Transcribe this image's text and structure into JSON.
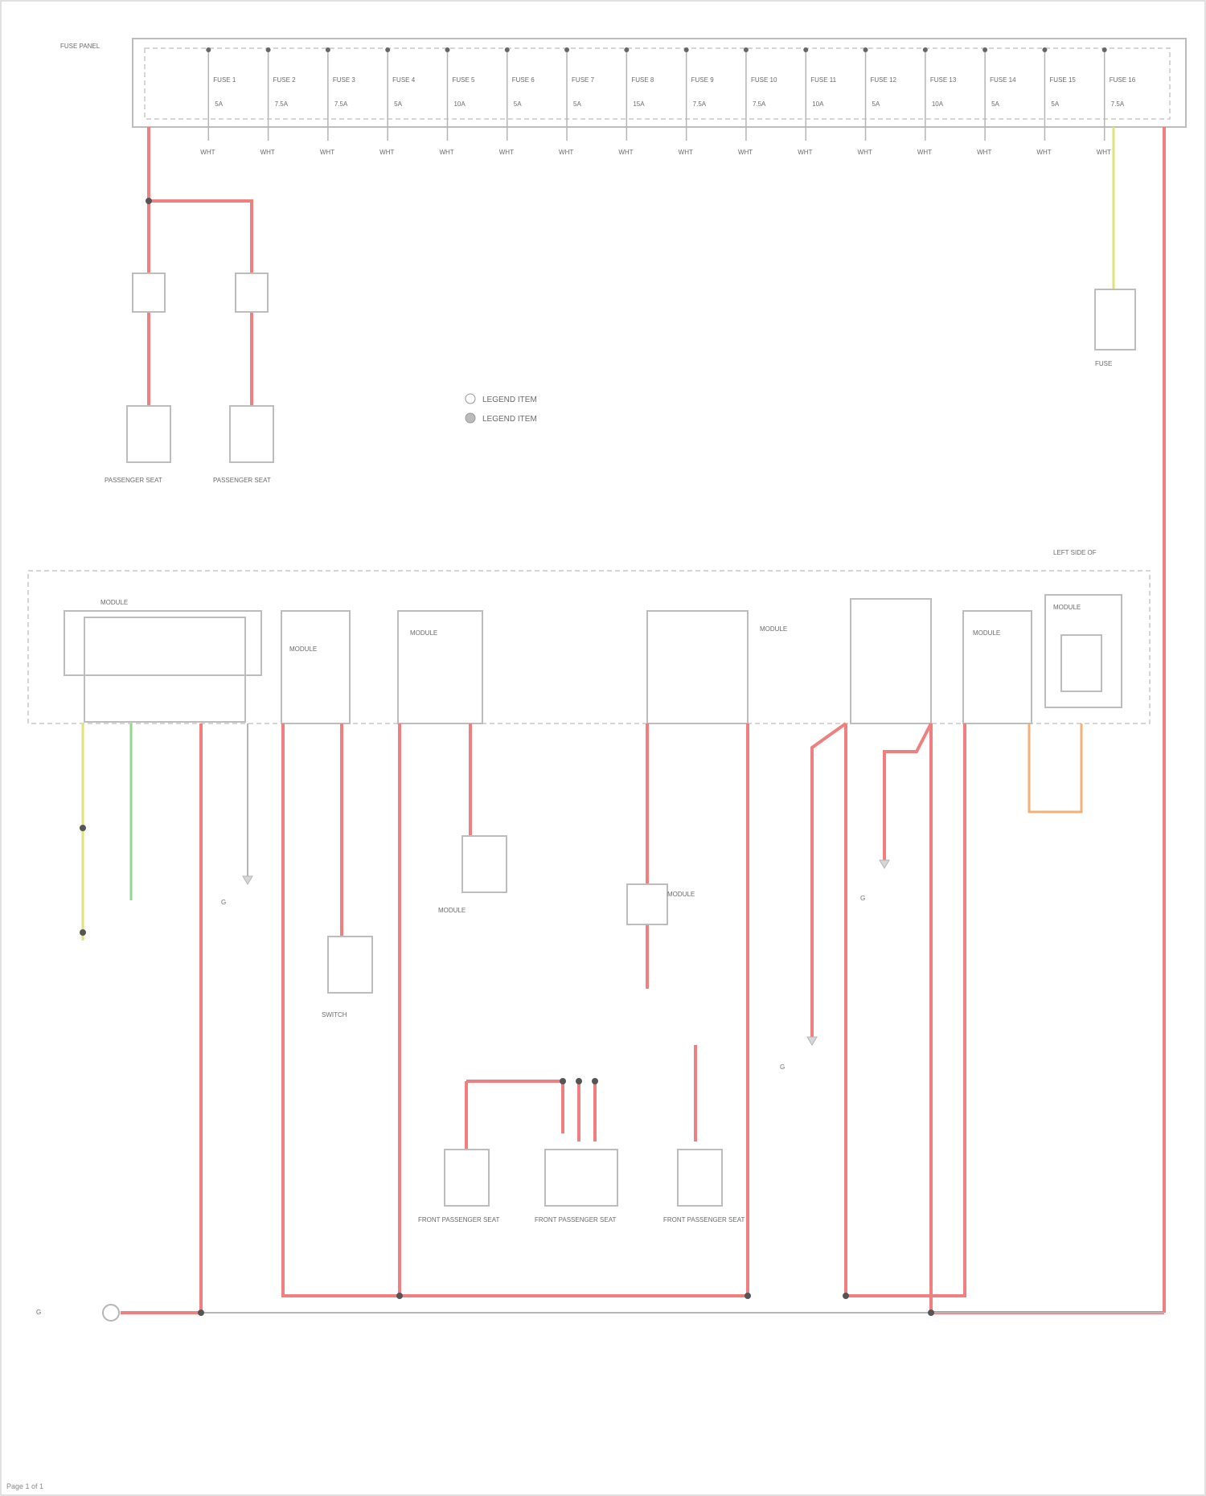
{
  "diagram": {
    "header_label": "FUSE PANEL",
    "fuse_columns": [
      {
        "fuse": "FUSE 1",
        "rating": "5A",
        "wire": "WHT"
      },
      {
        "fuse": "FUSE 2",
        "rating": "7.5A",
        "wire": "WHT"
      },
      {
        "fuse": "FUSE 3",
        "rating": "7.5A",
        "wire": "WHT"
      },
      {
        "fuse": "FUSE 4",
        "rating": "5A",
        "wire": "WHT"
      },
      {
        "fuse": "FUSE 5",
        "rating": "10A",
        "wire": "WHT"
      },
      {
        "fuse": "FUSE 6",
        "rating": "5A",
        "wire": "WHT"
      },
      {
        "fuse": "FUSE 7",
        "rating": "5A",
        "wire": "WHT"
      },
      {
        "fuse": "FUSE 8",
        "rating": "15A",
        "wire": "WHT"
      },
      {
        "fuse": "FUSE 9",
        "rating": "7.5A",
        "wire": "WHT"
      },
      {
        "fuse": "FUSE 10",
        "rating": "7.5A",
        "wire": "WHT"
      },
      {
        "fuse": "FUSE 11",
        "rating": "10A",
        "wire": "WHT"
      },
      {
        "fuse": "FUSE 12",
        "rating": "5A",
        "wire": "WHT"
      },
      {
        "fuse": "FUSE 13",
        "rating": "10A",
        "wire": "WHT"
      },
      {
        "fuse": "FUSE 14",
        "rating": "5A",
        "wire": "WHT"
      },
      {
        "fuse": "FUSE 15",
        "rating": "5A",
        "wire": "WHT"
      },
      {
        "fuse": "FUSE 16",
        "rating": "7.5A",
        "wire": "WHT"
      }
    ],
    "left_components": [
      "PASSENGER SEAT",
      "PASSENGER SEAT"
    ],
    "right_component": "FUSE",
    "legend_items": [
      "LEGEND ITEM",
      "LEGEND ITEM"
    ],
    "panel_label": "LEFT SIDE OF",
    "modules": [
      "MODULE",
      "MODULE",
      "MODULE",
      "MODULE",
      "MODULE",
      "MODULE"
    ],
    "bottom_components": [
      "SWITCH",
      "MODULE",
      "MODULE",
      "FRONT PASSENGER SEAT",
      "FRONT PASSENGER SEAT",
      "FRONT PASSENGER SEAT"
    ],
    "ground_labels": [
      "G",
      "G",
      "G",
      "G"
    ],
    "footer": "Page 1 of 1"
  }
}
